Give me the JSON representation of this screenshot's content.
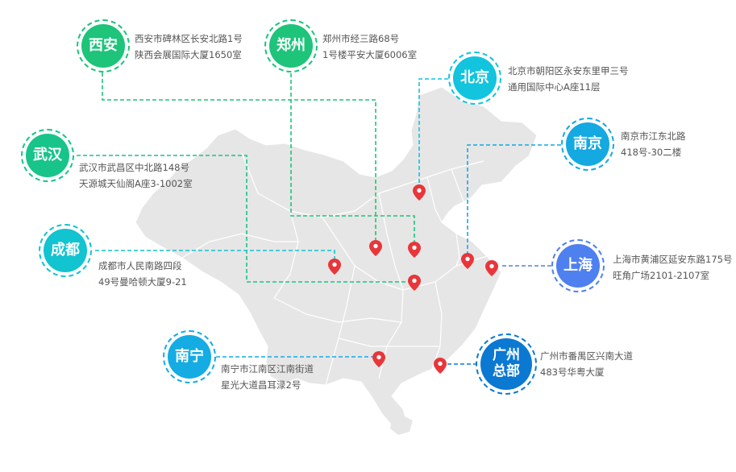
{
  "offices": [
    {
      "id": "xian",
      "name": "西安",
      "line1": "西安市碑林区长安北路1号",
      "line2": "陕西会展国际大厦1650室",
      "color": "#1dc47a"
    },
    {
      "id": "zhengzhou",
      "name": "郑州",
      "line1": "郑州市经三路68号",
      "line2": "1号楼平安大厦6006室",
      "color": "#1dc47a"
    },
    {
      "id": "beijing",
      "name": "北京",
      "line1": "北京市朝阳区永安东里甲三号",
      "line2": "通用国际中心A座11层",
      "color": "#12c4dd"
    },
    {
      "id": "wuhan",
      "name": "武汉",
      "line1": "武汉市武昌区中北路148号",
      "line2": "天源城天仙阁A座3-1002室",
      "color": "#19c48a"
    },
    {
      "id": "nanjing",
      "name": "南京",
      "line1": "南京市江东北路",
      "line2": "418号-30二楼",
      "color": "#14a9e0"
    },
    {
      "id": "chengdu",
      "name": "成都",
      "line1": "成都市人民南路四段",
      "line2": "49号曼哈顿大厦9-21",
      "color": "#12c3d0"
    },
    {
      "id": "shanghai",
      "name": "上海",
      "line1": "上海市黄浦区延安东路175号",
      "line2": "旺角广场2101-2107室",
      "color": "#4f80ef"
    },
    {
      "id": "nanning",
      "name": "南宁",
      "line1": "南宁市江南区江南街道",
      "line2": "星光大道昌耳渌2号",
      "color": "#14ace3"
    },
    {
      "id": "guangzhou",
      "name": "广州总部",
      "line1": "广州市番禺区兴南大道",
      "line2": "483号华粤大厦",
      "color": "#0b78d2"
    }
  ],
  "colors": {
    "map_fill": "#e6e6e6",
    "map_border": "#ffffff",
    "pin": "#e8363a"
  }
}
